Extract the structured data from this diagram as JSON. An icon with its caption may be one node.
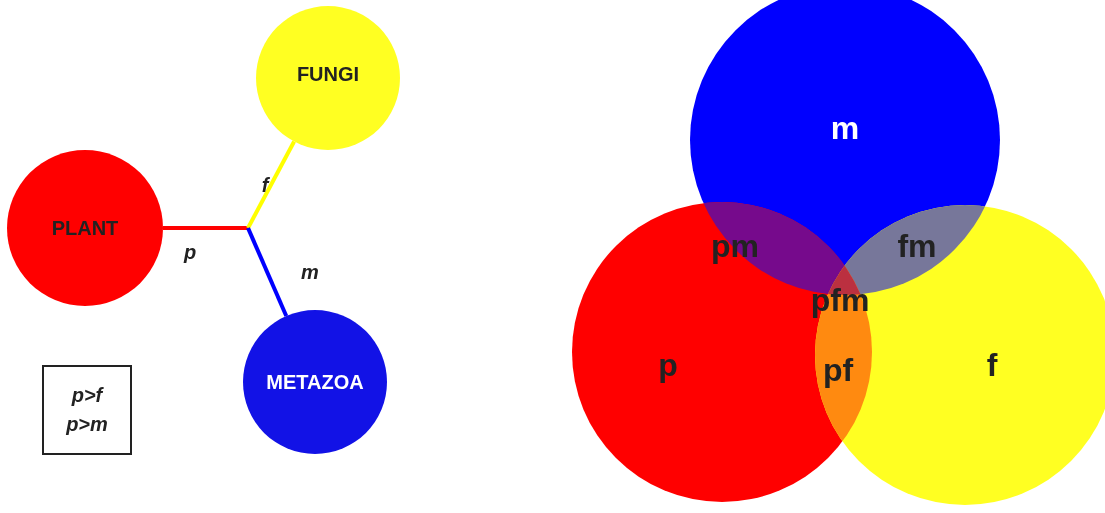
{
  "diagram": {
    "nodes": [
      {
        "text": [
          "FUNGI"
        ]
      },
      {
        "text": [
          "PLANT"
        ]
      },
      {
        "text": [
          "METAZOA"
        ]
      },
      {
        "text": [
          "p>f p>m"
        ]
      },
      {
        "text": [
          "m"
        ]
      },
      {
        "text": [
          "p"
        ]
      },
      {
        "text": [
          "f"
        ]
      }
    ],
    "edges": [
      {
        "from": 1,
        "to": null,
        "arrow": "none",
        "label": "p",
        "color": "#ff0000"
      },
      {
        "from": 0,
        "to": null,
        "arrow": "none",
        "label": "f",
        "color": "#ffff00"
      },
      {
        "from": 2,
        "to": null,
        "arrow": "none",
        "label": "m",
        "color": "#0000ff"
      }
    ],
    "labels": [
      "pm",
      "fm",
      "pfm",
      "pf"
    ]
  }
}
